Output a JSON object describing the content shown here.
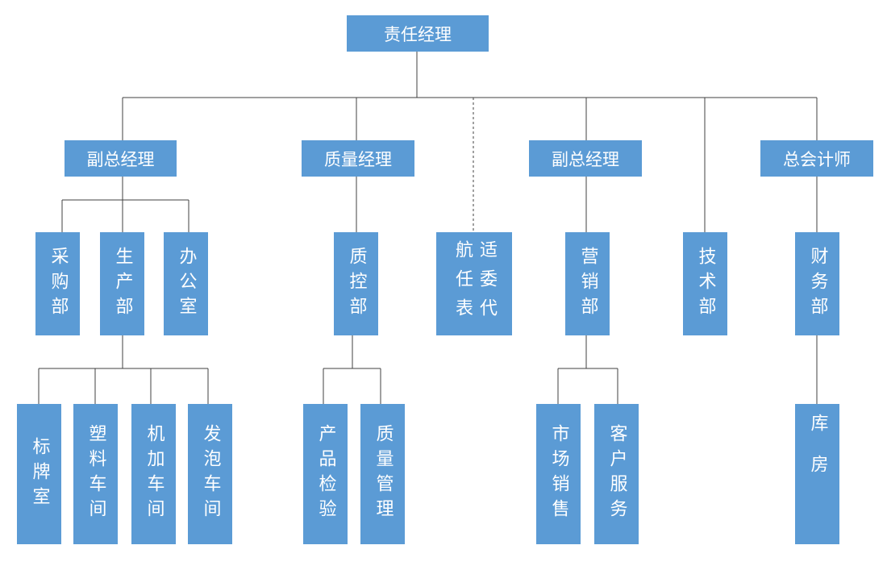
{
  "root": "责任经理",
  "level2": {
    "deputy_gm_left": "副总经理",
    "quality_manager": "质量经理",
    "deputy_gm_right": "副总经理",
    "chief_accountant": "总会计师"
  },
  "level3": {
    "purchasing": "采购部",
    "production": "生产部",
    "office": "办公室",
    "quality_control": "质控部",
    "airworthiness_col1": "适委代",
    "airworthiness_col2": "航任表",
    "marketing": "营销部",
    "technology": "技术部",
    "finance": "财务部"
  },
  "level4": {
    "nameplate_room": "标牌室",
    "plastic_workshop": "塑料车间",
    "machining_workshop": "机加车间",
    "foam_workshop": "发泡车间",
    "product_inspection": "产品检验",
    "quality_management": "质量管理",
    "market_sales": "市场销售",
    "customer_service": "客户服务",
    "warehouse": "库房"
  },
  "colors": {
    "box_fill": "#5b9bd5",
    "box_text": "#ffffff",
    "line": "#404040"
  }
}
